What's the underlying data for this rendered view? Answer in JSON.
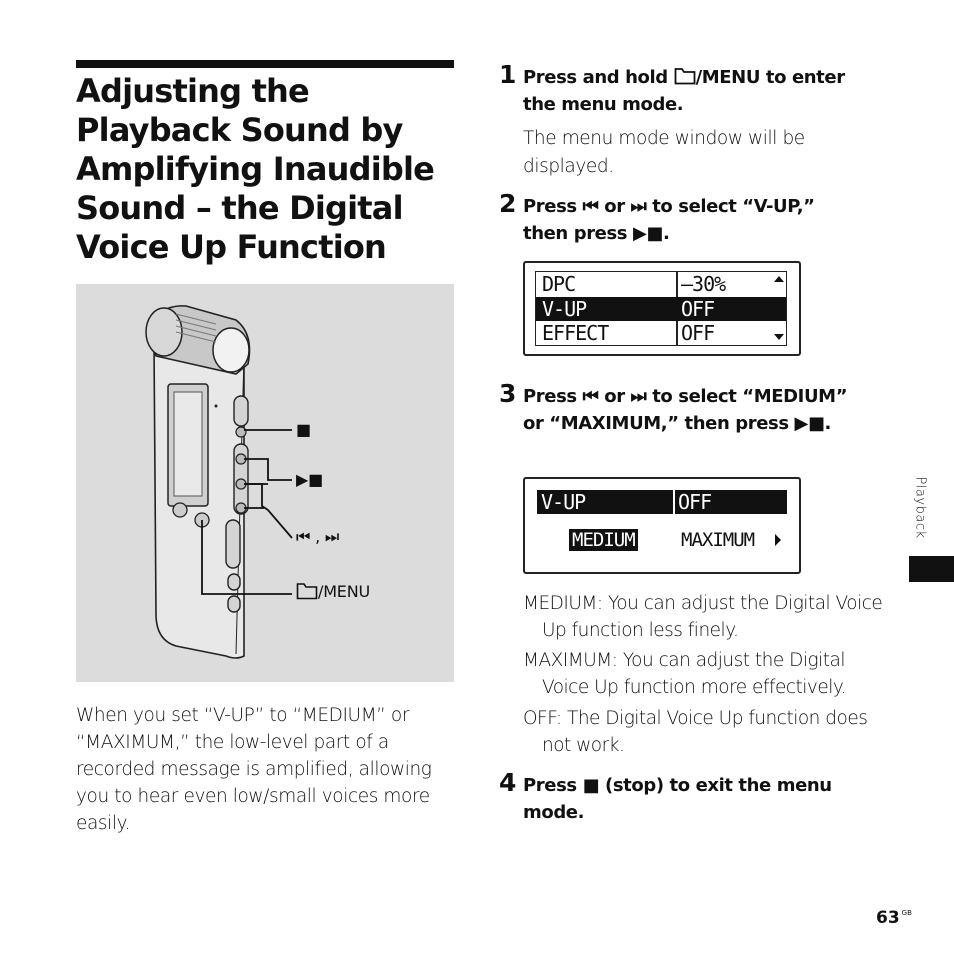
{
  "title": "Adjusting the Playback Sound by Amplifying Inaudible Sound – the Digital Voice Up Function",
  "intro": "When you set “V-UP” to “MEDIUM” or “MAXIMUM,” the low-level part of a recorded message is amplified, allowing you to hear even low/small voices more easily.",
  "illustration": {
    "callouts": {
      "stop": "■",
      "play_stop": "▶■",
      "skip": "⏮ , ⏭",
      "menu_icon": "folder-icon",
      "menu": "/MENU"
    }
  },
  "steps": [
    {
      "num": "1",
      "text_a": "Press and hold ",
      "text_b": "/MENU to enter the menu mode.",
      "desc": "The menu mode window will be displayed."
    },
    {
      "num": "2",
      "text": "Press ⏮ or ⏭ to select “V-UP,” then press ▶■."
    },
    {
      "num": "3",
      "text": "Press ⏮ or ⏭ to select “MEDIUM” or “MAXIMUM,” then press ▶■."
    },
    {
      "num": "4",
      "text": "Press ■ (stop) to exit the menu mode."
    }
  ],
  "lcd1": {
    "rows": [
      {
        "label": "DPC",
        "value": "–30%"
      },
      {
        "label": "V-UP",
        "value": "OFF"
      },
      {
        "label": "EFFECT",
        "value": "OFF"
      }
    ]
  },
  "lcd2": {
    "label": "V-UP",
    "value": "OFF",
    "opt1": "MEDIUM",
    "opt2": "MAXIMUM"
  },
  "options": [
    "MEDIUM: You can adjust the Digital Voice Up function less finely.",
    "MAXIMUM: You can adjust the Digital Voice Up function more effectively.",
    "OFF: The Digital Voice Up function does not work."
  ],
  "side_label": "Playback",
  "page_number": "63",
  "page_sup": "GB",
  "colors": {
    "ink": "#111111",
    "illustration_bg": "#dcdcdc"
  }
}
